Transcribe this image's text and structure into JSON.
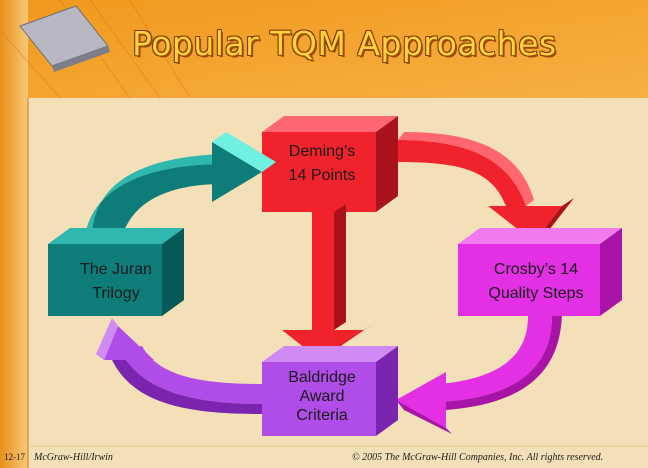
{
  "slide": {
    "title": "Popular TQM Approaches"
  },
  "diagram": {
    "boxes": {
      "deming": {
        "line1": "Deming’s",
        "line2": "14 Points"
      },
      "juran": {
        "line1": "The Juran",
        "line2": "Trilogy"
      },
      "crosby": {
        "line1": "Crosby’s 14",
        "line2": "Quality Steps"
      },
      "baldridge": {
        "line1": "Baldridge",
        "line2": "Award",
        "line3": "Criteria"
      }
    }
  },
  "footer": {
    "slide_number": "12-17",
    "publisher": "McGraw-Hill/Irwin",
    "copyright": "© 2005 The McGraw-Hill Companies, Inc. All rights reserved."
  },
  "colors": {
    "background": "#F3DFB8",
    "header": "#F4A02A",
    "title": "#FFD23C",
    "deming": "#F0232D",
    "juran": "#0E7D7A",
    "crosby": "#E430E4",
    "baldridge": "#B04CE8"
  }
}
